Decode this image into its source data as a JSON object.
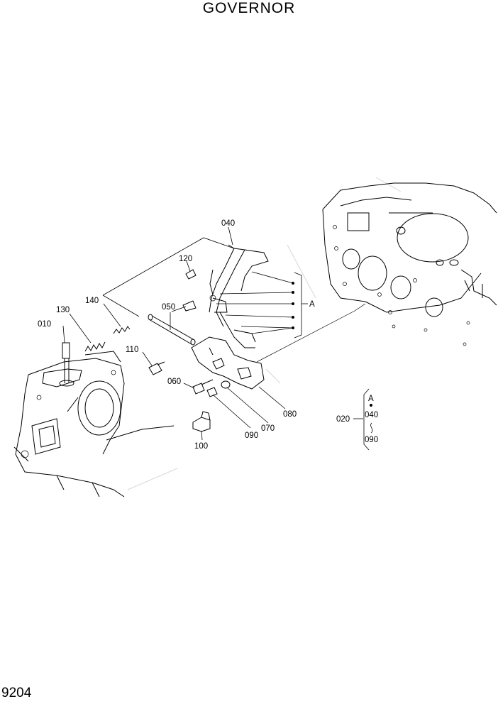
{
  "title": "GOVERNOR",
  "page_number": "9204",
  "callouts": {
    "c010": "010",
    "c130": "130",
    "c140": "140",
    "c050": "050",
    "c120": "120",
    "c040": "040",
    "c110": "110",
    "c060": "060",
    "c100": "100",
    "c090": "090",
    "c070": "070",
    "c080": "080",
    "cA": "A"
  },
  "legend": {
    "kit": "020",
    "a": "A",
    "from": "040",
    "to": "090"
  }
}
